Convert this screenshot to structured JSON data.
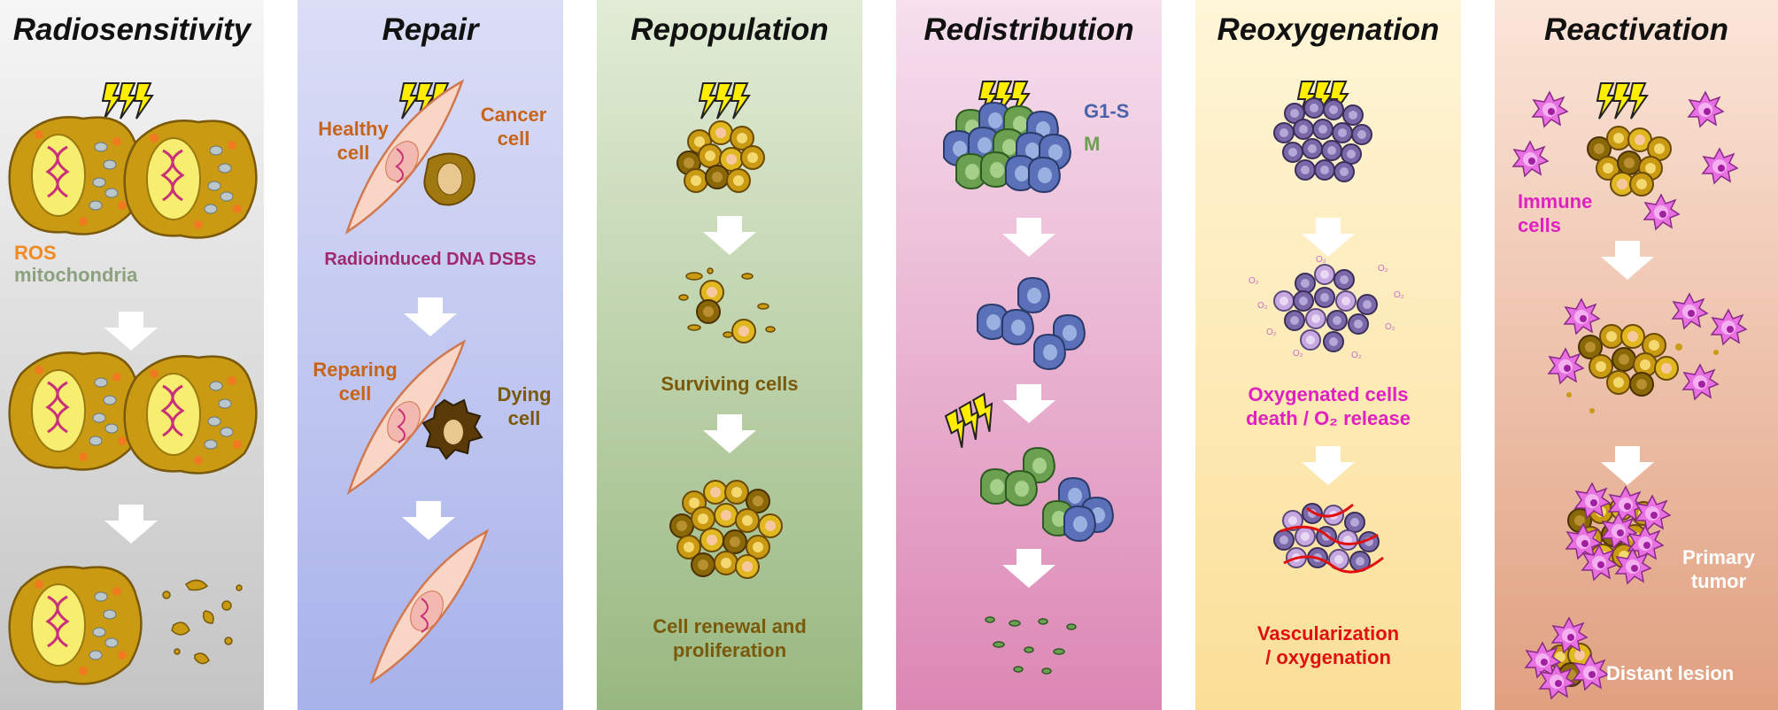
{
  "colors": {
    "panel_grays": [
      "#f4f4f4",
      "#c8c8c8"
    ],
    "panel_blue": [
      "#dcdef6",
      "#aab4ea"
    ],
    "panel_green": [
      "#e2ecd6",
      "#9cba82"
    ],
    "panel_pink": [
      "#f6e0ee",
      "#dc8ab6"
    ],
    "panel_yellow": [
      "#fff6d8",
      "#fbe09a"
    ],
    "panel_peach": [
      "#fbe5d8",
      "#e2a282"
    ],
    "cell_fill": "#c99a12",
    "ros": "#f08a24",
    "mito": "#8da07f",
    "repair_label": "#c8641a",
    "dsb_label": "#a0286e",
    "olive_label": "#7a5a0a",
    "g1s": "#4a63a8",
    "m_phase": "#6aa050",
    "magenta": "#e020c0",
    "red": "#e01010",
    "white": "#ffffff"
  },
  "panels": [
    {
      "title": "Radiosensitivity",
      "labels": {
        "ros": "ROS",
        "mitochondria": "mitochondria"
      }
    },
    {
      "title": "Repair",
      "labels": {
        "healthy": "Healthy cell",
        "cancer": "Cancer cell",
        "dsb": "Radioinduced DNA DSBs",
        "reparing": "Reparing cell",
        "dying": "Dying cell"
      }
    },
    {
      "title": "Repopulation",
      "labels": {
        "surviving": "Surviving cells",
        "renewal": "Cell renewal and proliferation"
      }
    },
    {
      "title": "Redistribution",
      "labels": {
        "g1s": "G1-S",
        "m": "M"
      }
    },
    {
      "title": "Reoxygenation",
      "labels": {
        "o2_mark": "O₂",
        "oxy_line1": "Oxygenated cells",
        "oxy_line2": "death / O₂ release",
        "vasc_line1": "Vascularization",
        "vasc_line2": "/ oxygenation"
      }
    },
    {
      "title": "Reactivation",
      "labels": {
        "immune": "Immune cells",
        "primary": "Primary tumor",
        "distant": "Distant lesion"
      }
    }
  ]
}
